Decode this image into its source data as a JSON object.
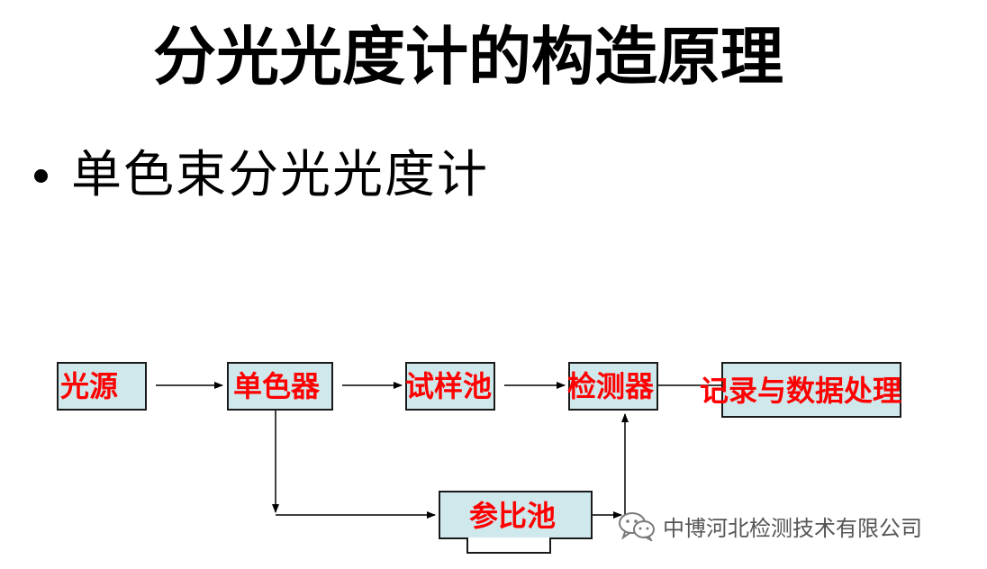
{
  "slide": {
    "title": "分光光度计的构造原理",
    "bullet": "单色束分光光度计"
  },
  "diagram": {
    "nodes": {
      "light_source": "光源",
      "monochromator": "单色器",
      "sample_cell": "试样池",
      "detector": "检测器",
      "recorder": "记录与数据处理",
      "reference_cell": "参比池"
    },
    "colors": {
      "box_fill": "#cfe8ec",
      "label": "#ff0000",
      "line": "#000000"
    }
  },
  "watermark": {
    "icon": "wechat-icon",
    "text": "中博河北检测技术有限公司"
  }
}
